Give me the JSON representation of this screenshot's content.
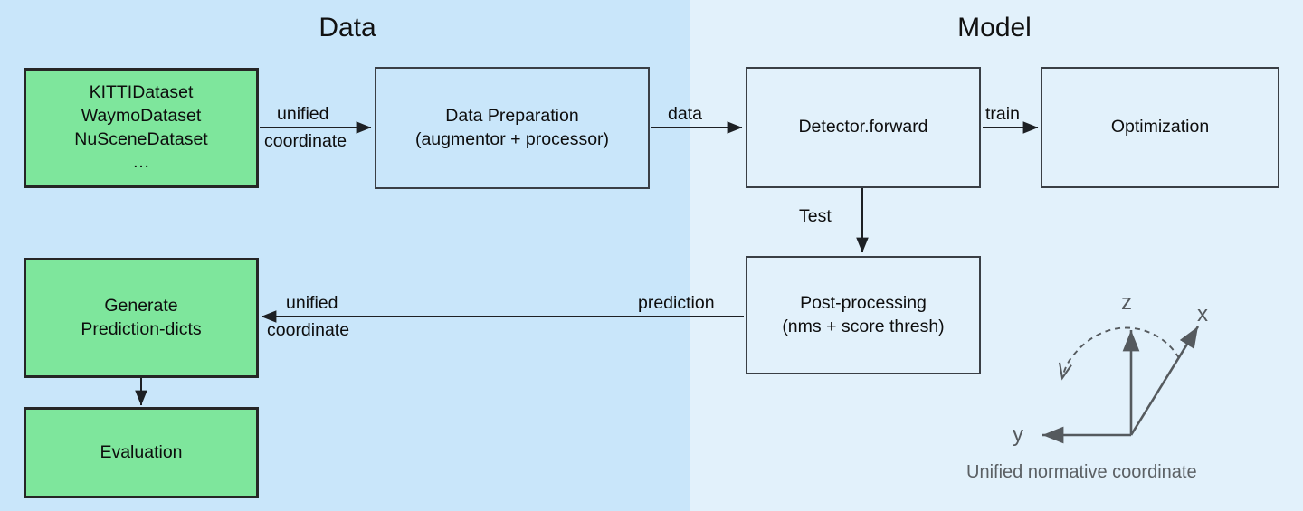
{
  "figure": {
    "title_left": "Data",
    "title_right": "Model",
    "colors": {
      "panel_left_bg": "#c9e6fa",
      "panel_right_bg": "#e2f1fb",
      "node_green_fill": "#7ee69c",
      "node_border": "#262626",
      "plain_node_border": "#3a3f45",
      "text": "#0d0d0d",
      "coord_gray": "#555a5e"
    }
  },
  "nodes": {
    "datasets": {
      "lines": [
        "KITTIDataset",
        "WaymoDataset",
        "NuSceneDataset",
        "…"
      ]
    },
    "data_preparation": {
      "lines": [
        "Data Preparation",
        "(augmentor + processor)"
      ]
    },
    "detector_forward": {
      "lines": [
        "Detector.forward"
      ]
    },
    "optimization": {
      "lines": [
        "Optimization"
      ]
    },
    "post_processing": {
      "lines": [
        "Post-processing",
        "(nms + score thresh)"
      ]
    },
    "generate_prediction_dicts": {
      "lines": [
        "Generate",
        "Prediction-dicts"
      ]
    },
    "evaluation": {
      "lines": [
        "Evaluation"
      ]
    }
  },
  "edges": {
    "datasets_to_prep_top": "unified",
    "datasets_to_prep_bottom": "coordinate",
    "prep_to_detector": "data",
    "detector_to_optimization": "train",
    "detector_to_postprocessing": "Test",
    "postprocessing_to_generate": "prediction",
    "postprocessing_to_generate_top": "unified",
    "postprocessing_to_generate_bottom": "coordinate"
  },
  "coordinate_frame": {
    "axis_z": "z",
    "axis_x": "x",
    "axis_y": "y",
    "caption": "Unified normative coordinate"
  }
}
